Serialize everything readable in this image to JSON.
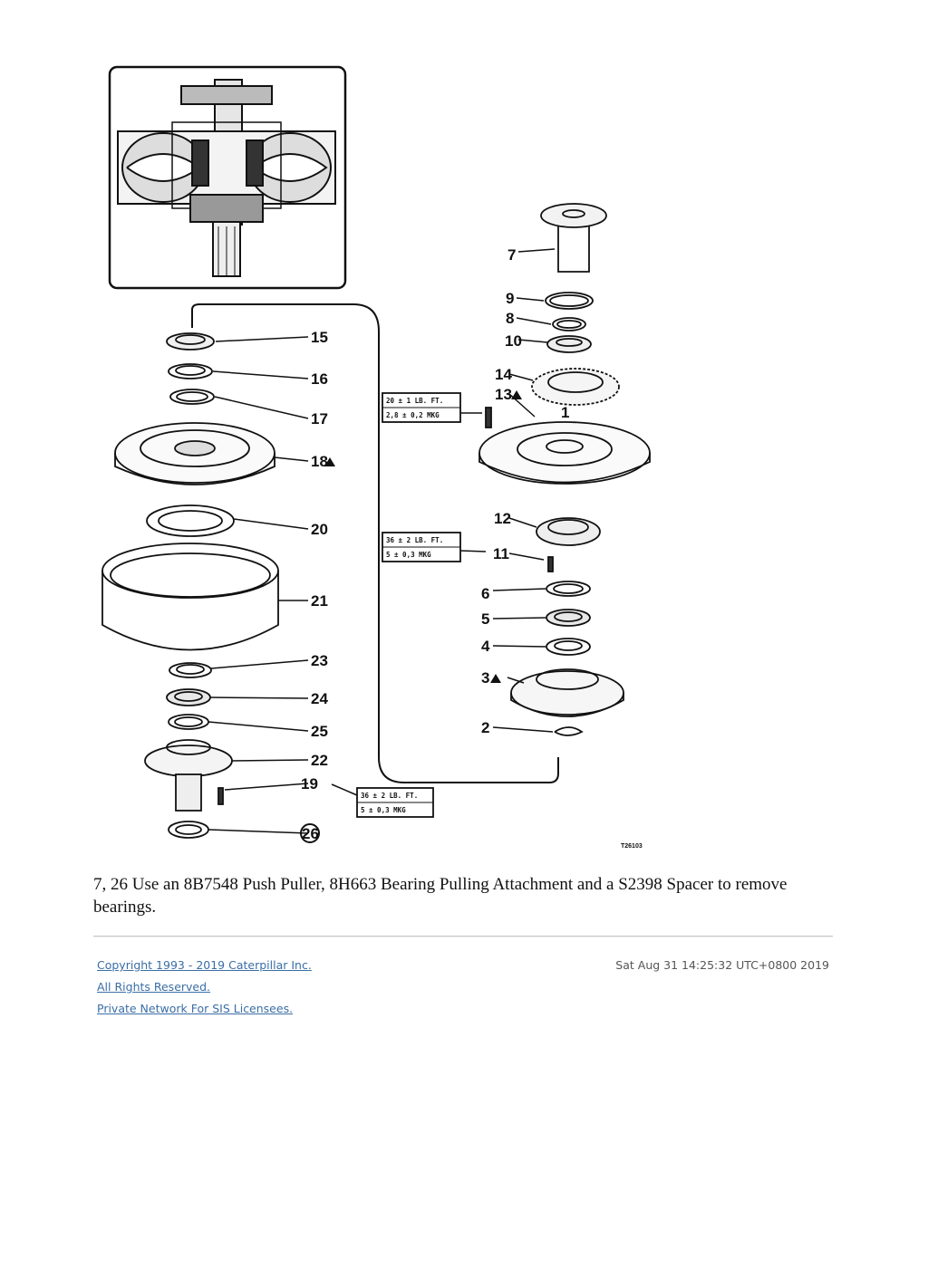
{
  "figure": {
    "callouts": [
      "1",
      "2",
      "3",
      "4",
      "5",
      "6",
      "7",
      "8",
      "9",
      "10",
      "11",
      "12",
      "13",
      "14",
      "15",
      "16",
      "17",
      "18",
      "19",
      "20",
      "21",
      "22",
      "23",
      "24",
      "25",
      "26"
    ],
    "torque_boxes": [
      {
        "line1": "20 ± 1 LB. FT.",
        "line2": "2,8 ± 0,2 MKG"
      },
      {
        "line1": "36 ± 2 LB. FT.",
        "line2": "5 ± 0,3 MKG"
      },
      {
        "line1": "36 ± 2 LB. FT.",
        "line2": "5 ± 0,3 MKG"
      }
    ],
    "figure_id": "T26103"
  },
  "caption": "7, 26 Use an 8B7548 Push Puller, 8H663 Bearing Pulling Attachment and a S2398 Spacer to remove bearings.",
  "footer": {
    "copyright": "Copyright 1993 - 2019 Caterpillar Inc.",
    "rights": "All Rights Reserved.",
    "network": "Private Network For SIS Licensees.",
    "timestamp": "Sat Aug 31 14:25:32 UTC+0800 2019"
  }
}
